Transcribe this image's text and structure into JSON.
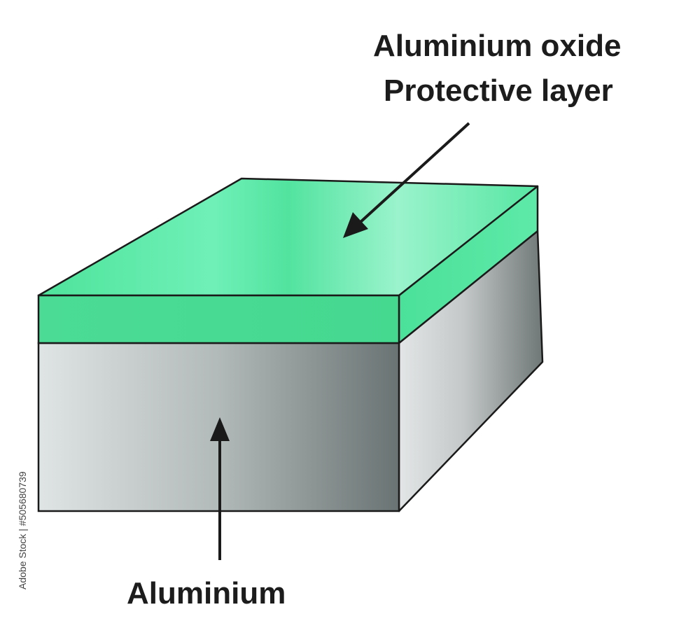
{
  "labels": {
    "oxide_line1": "Aluminium oxide",
    "oxide_line2": "Protective layer",
    "metal": "Aluminium"
  },
  "credit": "Adobe Stock | #505680739",
  "colors": {
    "oxide_layer": "#4ddc96",
    "oxide_top_light": "#8ef0c6",
    "aluminium_light": "#d9dede",
    "aluminium_dark": "#6b7575",
    "outline": "#1a1a1a",
    "arrow": "#1a1a1a"
  }
}
